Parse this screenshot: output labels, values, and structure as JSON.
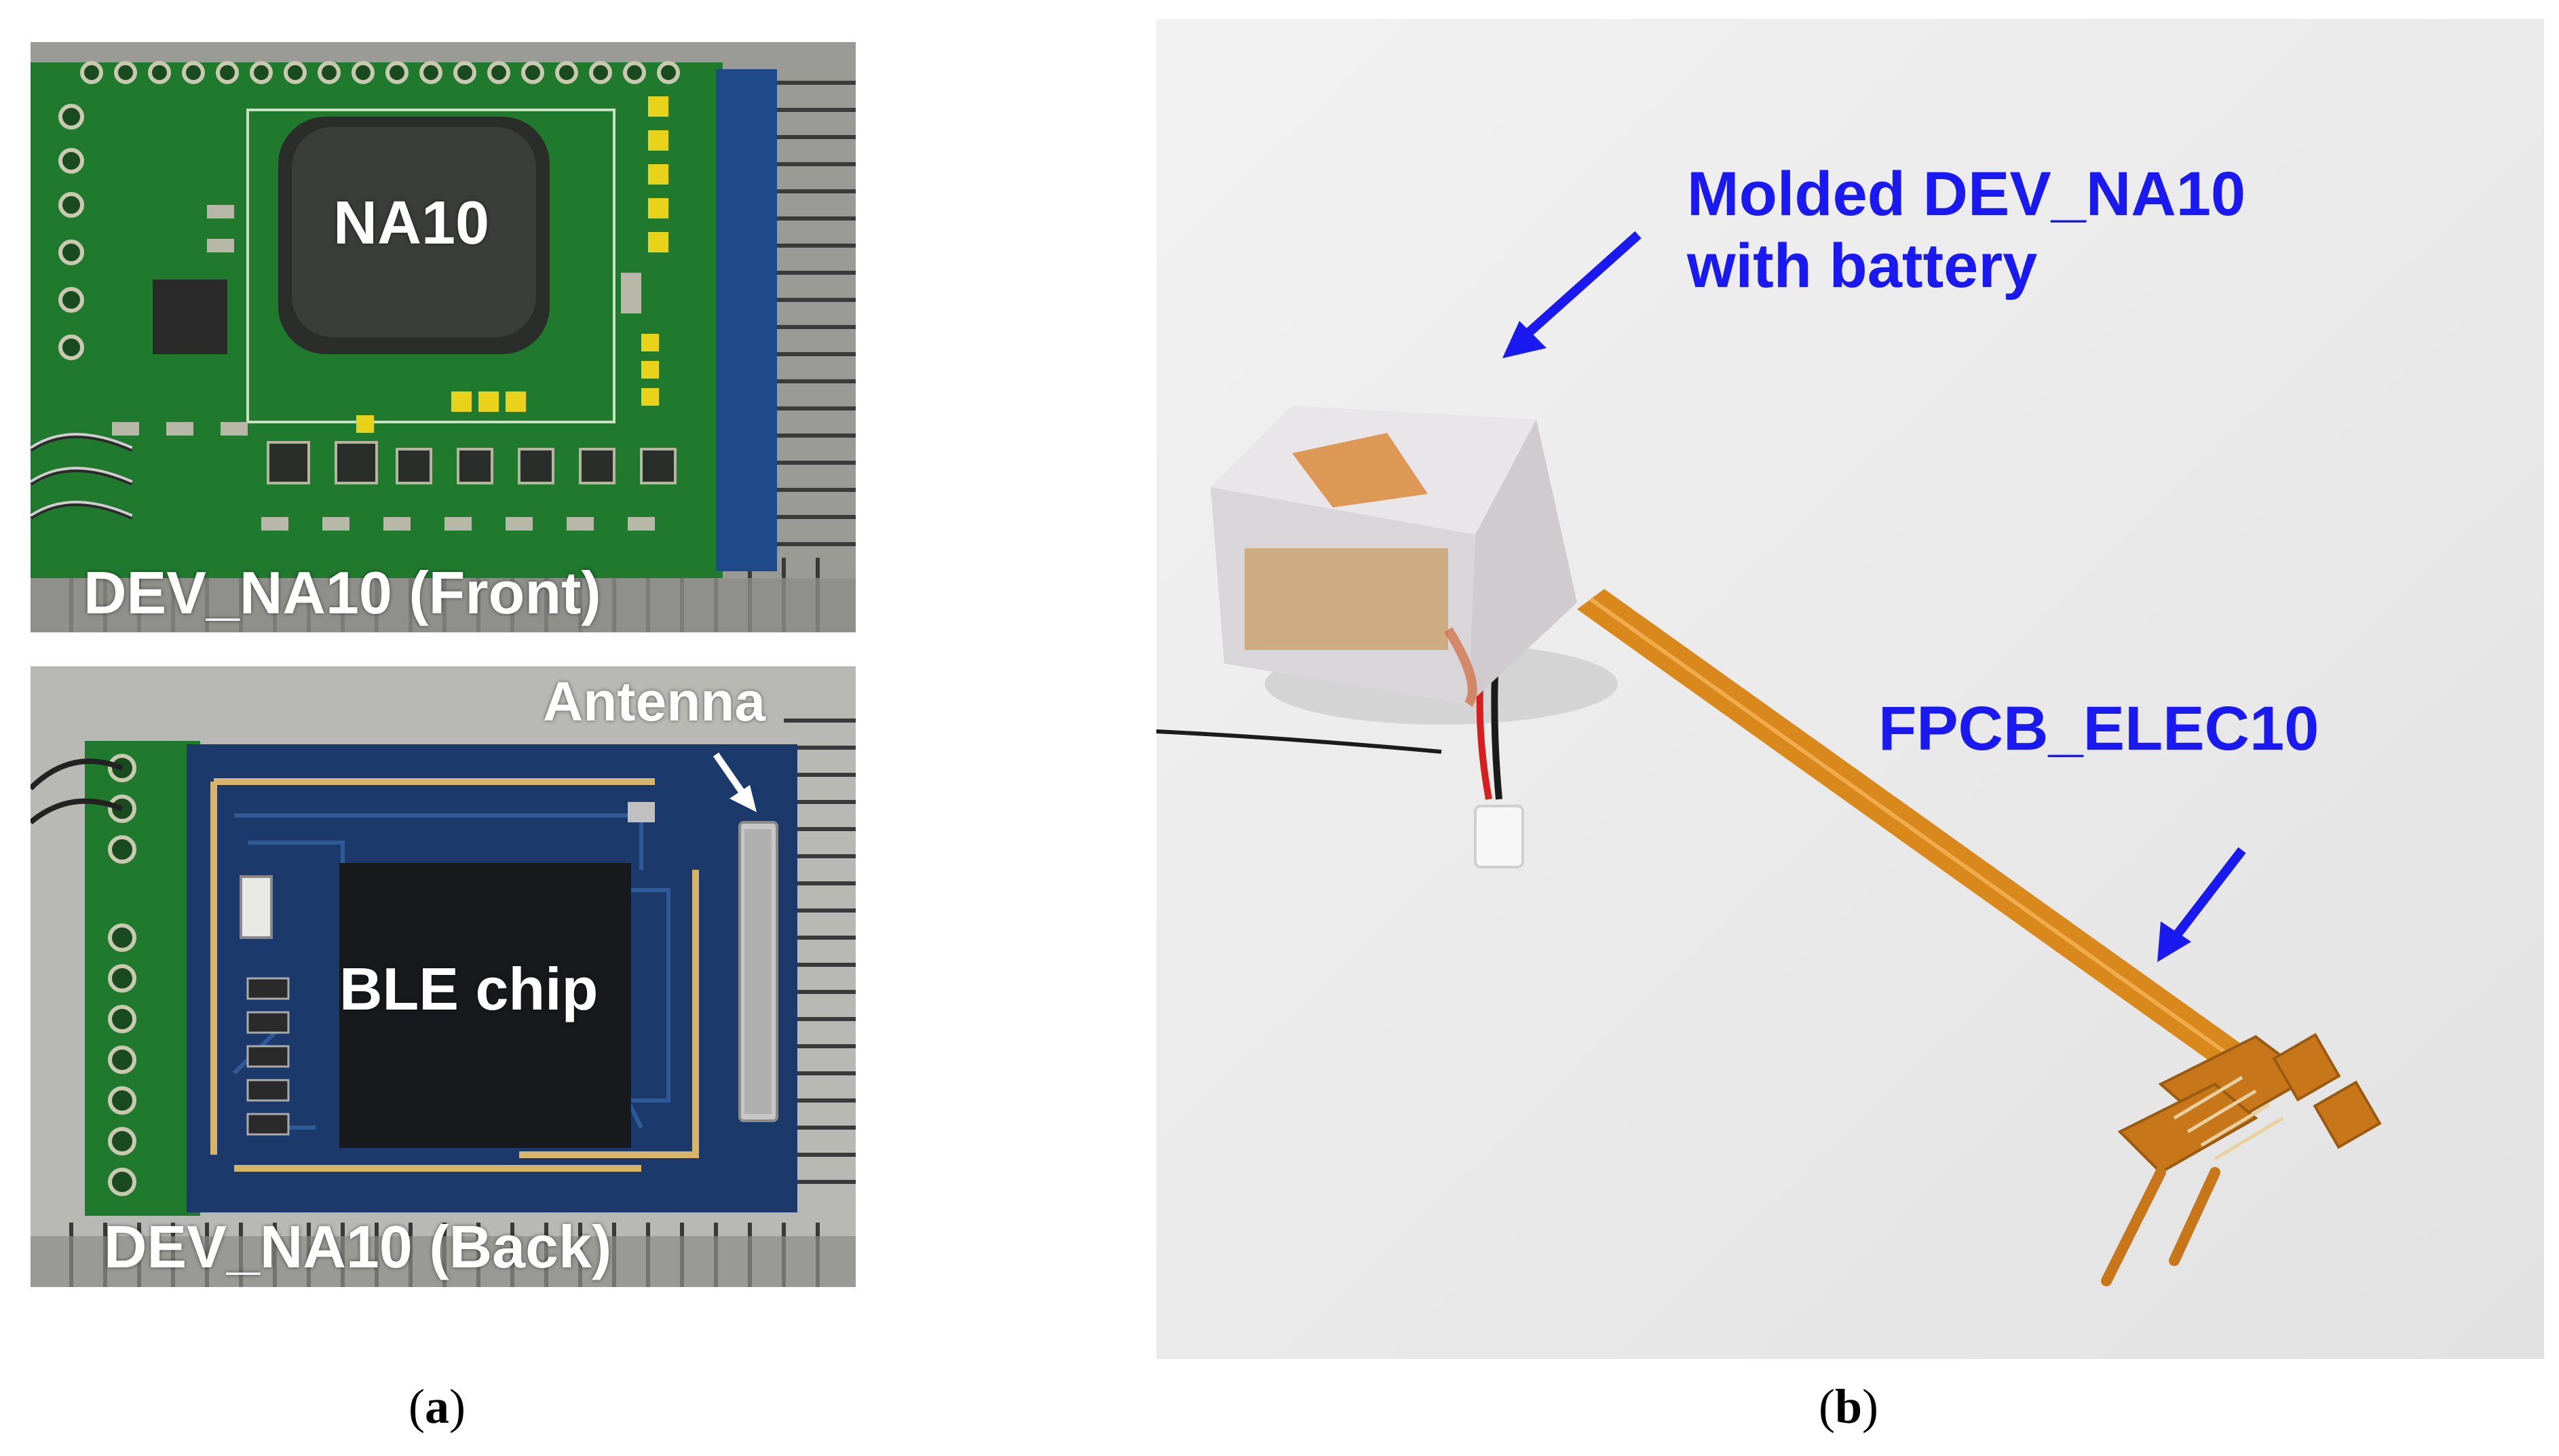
{
  "panel_a": {
    "front_photo": {
      "chip_label": "NA10",
      "overlay_label": "DEV_NA10 (Front)"
    },
    "back_photo": {
      "chip_label": "BLE chip",
      "antenna_label": "Antenna",
      "overlay_label": "DEV_NA10 (Back)"
    },
    "caption_open": "(",
    "caption_letter": "a",
    "caption_close": ")"
  },
  "panel_b": {
    "molded_label_line1": "Molded DEV_NA10",
    "molded_label_line2": "with battery",
    "fpcb_label": "FPCB_ELEC10",
    "caption_open": "(",
    "caption_letter": "b",
    "caption_close": ")"
  },
  "colors": {
    "annotation_blue": "#1a1af0",
    "pcb_green": "#1f7a2e",
    "pcb_blue": "#1b3a6b",
    "flex_copper": "#d9891c"
  }
}
